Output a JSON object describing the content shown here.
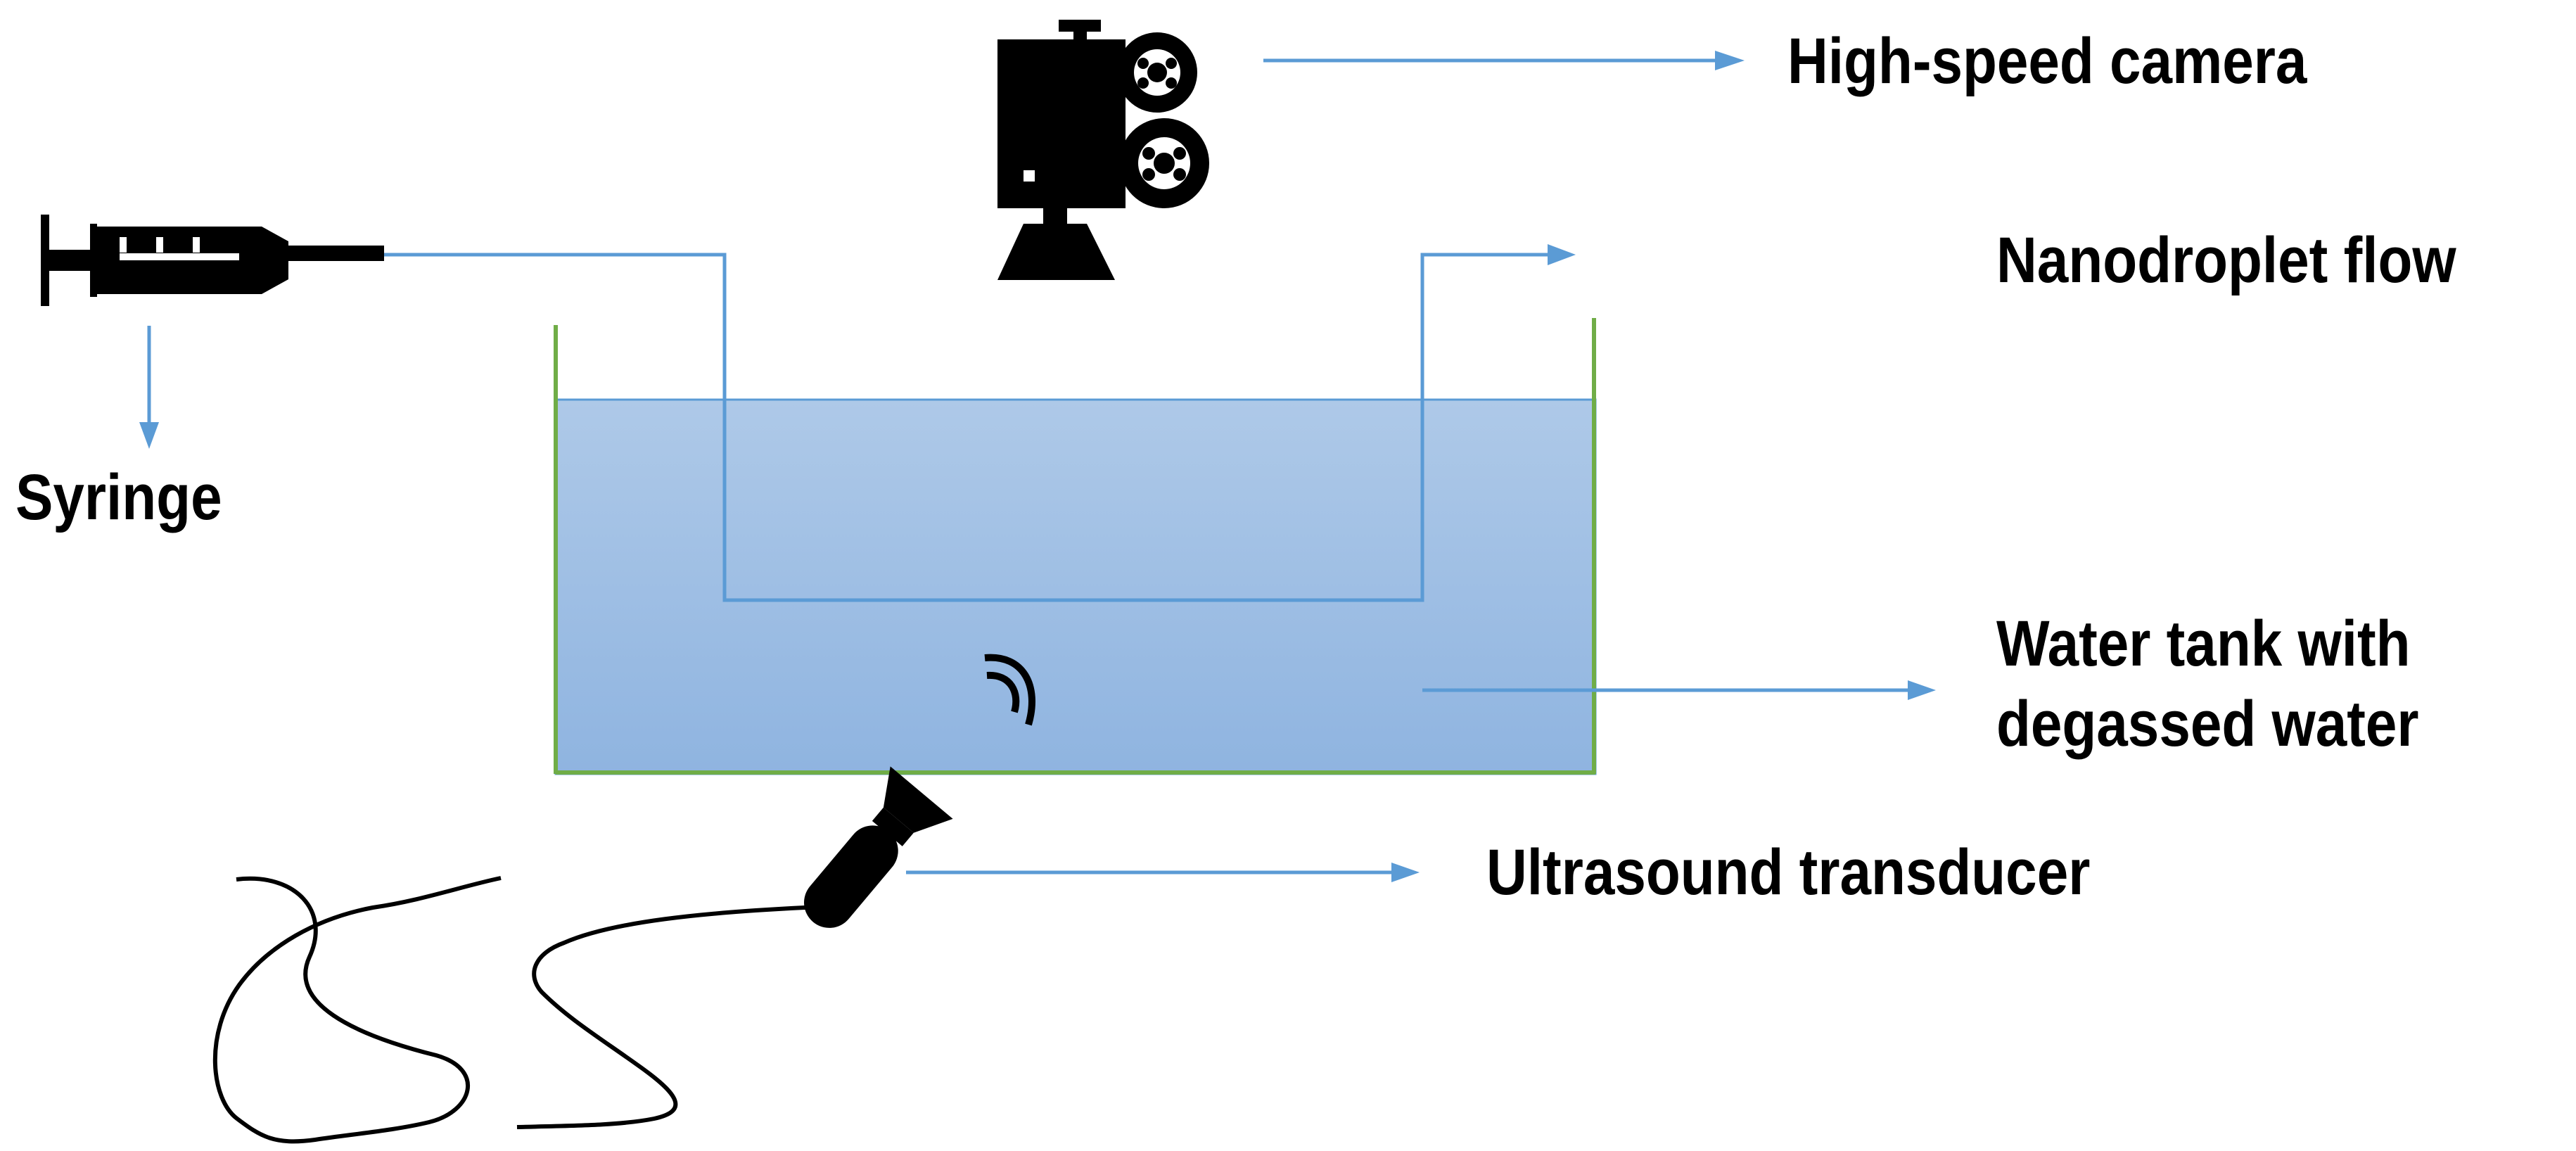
{
  "labels": {
    "camera": "High-speed camera",
    "flow": "Nanodroplet flow",
    "syringe": "Syringe",
    "tank_line1": "Water tank with",
    "tank_line2": "degassed water",
    "transducer": "Ultrasound transducer"
  },
  "icons": {
    "camera": "film-camera-icon",
    "syringe": "syringe-icon",
    "transducer": "ultrasound-transducer-icon"
  },
  "colors": {
    "arrow": "#5b9bd5",
    "tubing": "#5b9bd5",
    "tank_wall": "#70ad47",
    "water_top": "#aec9e8",
    "water_bottom": "#8fb4e0",
    "icon": "#000000"
  }
}
